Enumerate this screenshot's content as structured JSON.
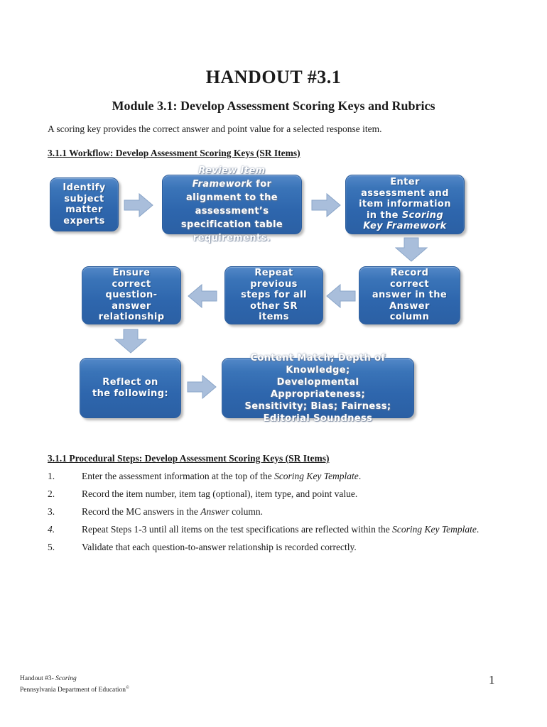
{
  "page": {
    "title": "HANDOUT #3.1",
    "subtitle": "Module 3.1: Develop Assessment Scoring Keys and Rubrics",
    "intro": "A scoring key provides the correct answer and point value for a selected response item.",
    "workflow_heading": "3.1.1 Workflow: Develop Assessment Scoring Keys (SR Items)",
    "steps_heading": "3.1.1 Procedural Steps: Develop Assessment Scoring Keys (SR Items)",
    "page_number": "1",
    "footer": {
      "line1_prefix": "Handout #3- ",
      "line1_italic": "Scoring",
      "line2": "Pennsylvania Department of Education",
      "line2_sup": "©"
    }
  },
  "flowchart": {
    "colors": {
      "box_blue_top": "#5388c8",
      "box_blue_bottom": "#2b60a4",
      "arrow_fill": "#a9bedb",
      "arrow_border": "#8aa5c8",
      "text": "#ffffff"
    },
    "boxes": {
      "b1": "Identify\nsubject\nmatter\nexperts",
      "b2_em": "Review Item\nFramework",
      "b2_rest": " for\nalignment to the\nassessment’s\nspecification table\nrequirements.",
      "b3_pre": "Enter\nassessment and\nitem information\nin the ",
      "b3_em": "Scoring\nKey Framework",
      "b4": "Record\ncorrect\nanswer in the\nAnswer\ncolumn",
      "b5": "Repeat\nprevious\nsteps for all\nother SR\nitems",
      "b6": "Ensure\ncorrect\nquestion-\nanswer\nrelationship",
      "b7": "Reflect on\nthe following:",
      "b8": "Content Match; Depth of\nKnowledge;\nDevelopmental\nAppropriateness;\nSensitivity; Bias; Fairness;\nEditorial Soundness"
    }
  },
  "steps": {
    "items": [
      {
        "num": "1.",
        "pre": "Enter the assessment information at the top of the ",
        "em": "Scoring Key Template",
        "post": "."
      },
      {
        "num": "2.",
        "pre": "Record the item number, item tag (optional), item type, and point value.",
        "em": "",
        "post": ""
      },
      {
        "num": "3.",
        "pre": "Record the MC answers in the ",
        "em": "Answer",
        "post": " column."
      },
      {
        "num": "4.",
        "pre": "Repeat Steps 1-3 until all items on the test specifications are reflected within the ",
        "em": "Scoring Key Template",
        "post": "."
      },
      {
        "num": "5.",
        "pre": "Validate that each question-to-answer relationship is recorded correctly.",
        "em": "",
        "post": ""
      }
    ]
  }
}
